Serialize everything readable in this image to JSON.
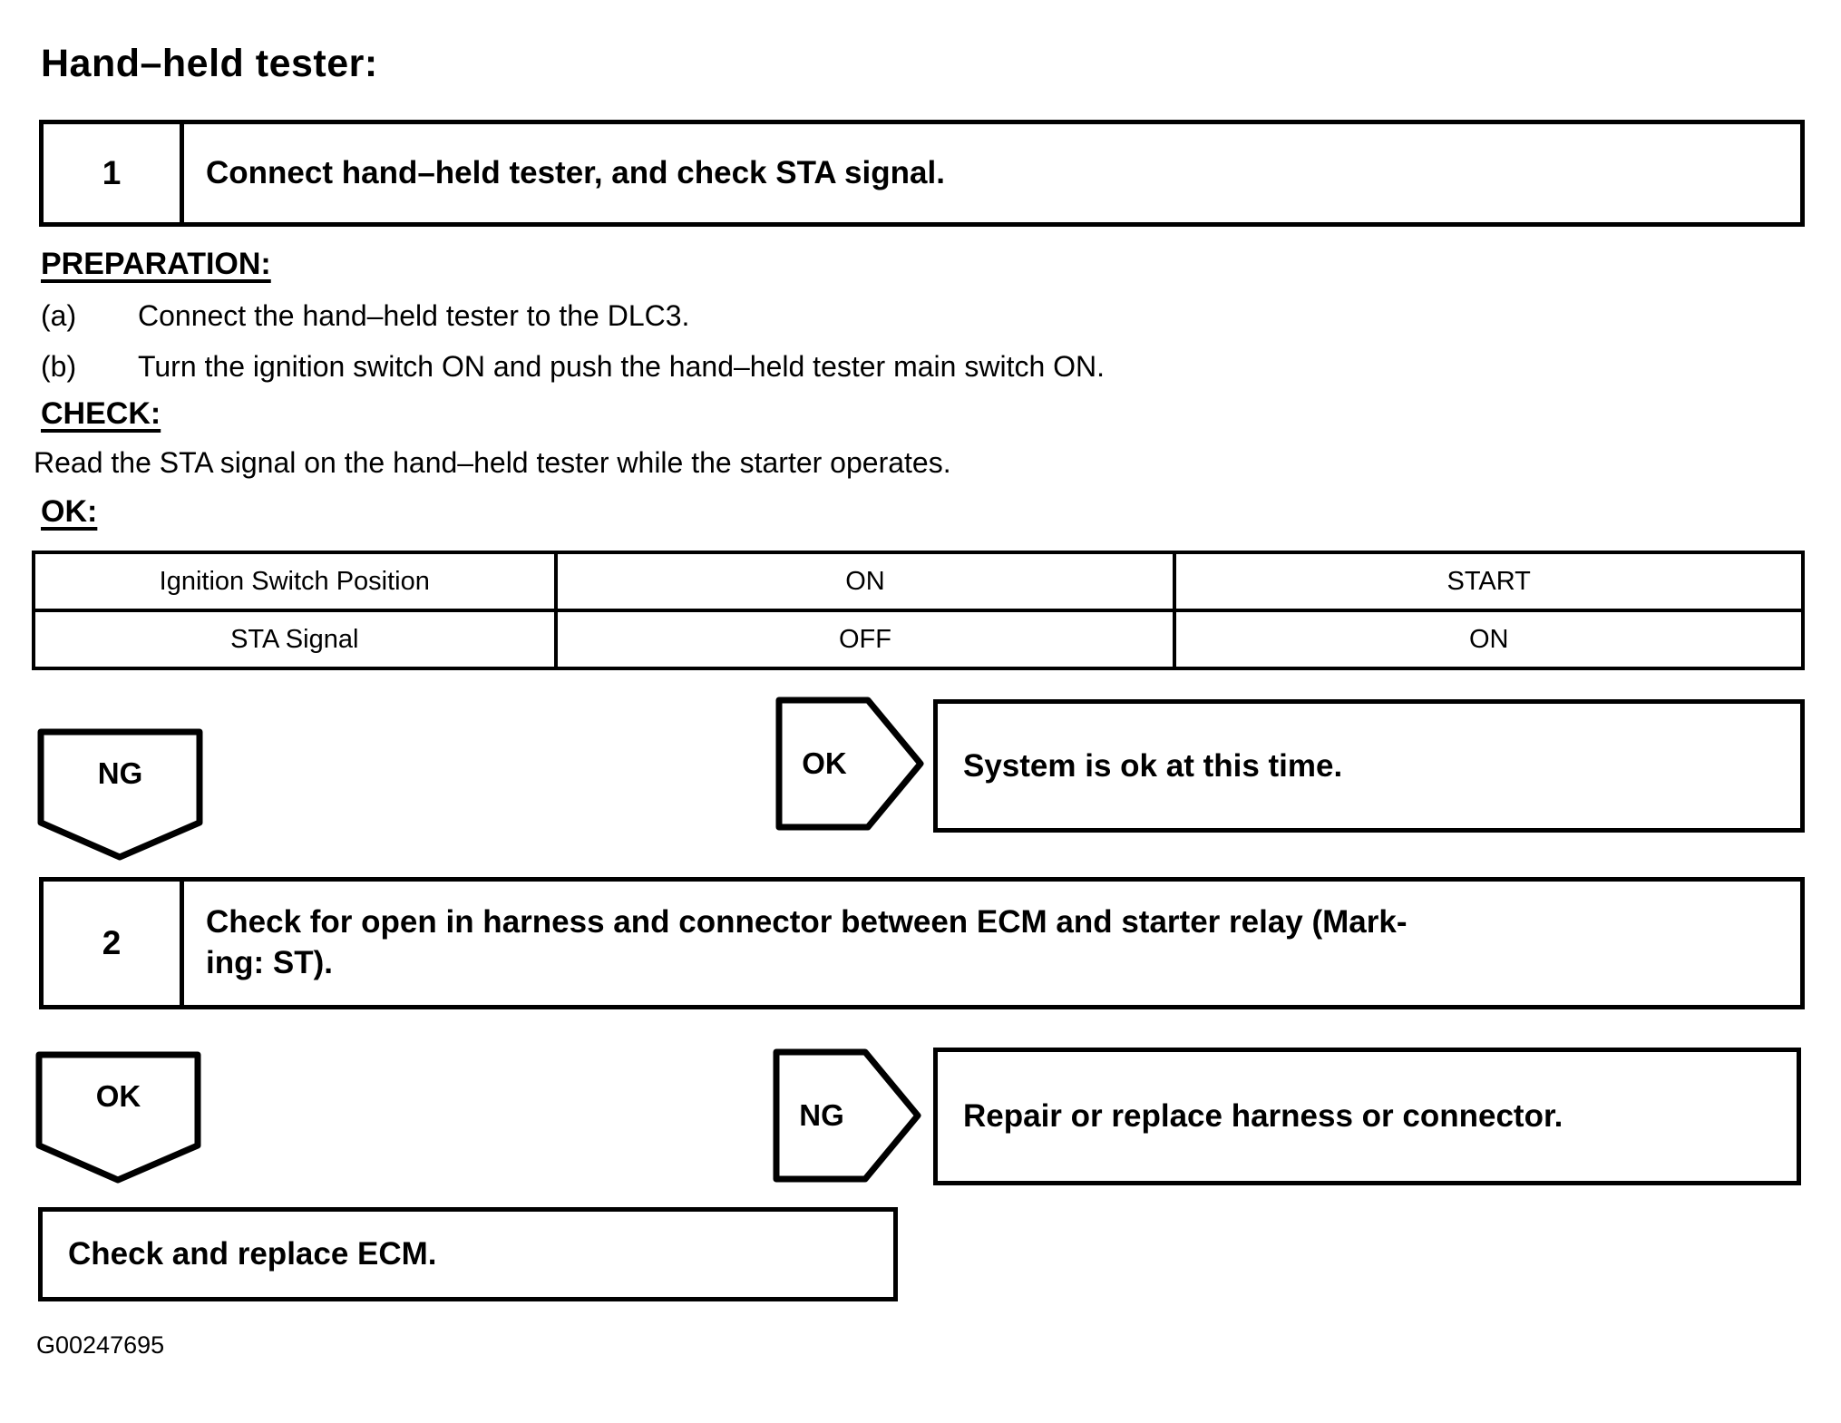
{
  "page": {
    "title": "Hand–held tester:",
    "figure_id": "G00247695"
  },
  "steps": [
    {
      "number": "1",
      "lines": [
        "Connect hand–held tester, and check STA signal."
      ]
    },
    {
      "number": "2",
      "lines": [
        "Check for open in harness and connector between ECM and starter relay (Mark-",
        "ing: ST)."
      ]
    }
  ],
  "sections": {
    "preparation": {
      "heading": "PREPARATION:",
      "items": [
        {
          "label": "(a)",
          "text": "Connect the hand–held tester to the DLC3."
        },
        {
          "label": "(b)",
          "text": "Turn the ignition switch ON and push the hand–held tester main switch ON."
        }
      ]
    },
    "check": {
      "heading": "CHECK:",
      "text": "Read the STA signal on the hand–held tester while the starter operates."
    },
    "ok": {
      "heading": "OK:"
    }
  },
  "result_table": {
    "rows": [
      [
        "Ignition Switch Position",
        "ON",
        "START"
      ],
      [
        "STA Signal",
        "OFF",
        "ON"
      ]
    ]
  },
  "flow": {
    "decision1": {
      "down_label": "NG",
      "side_label": "OK",
      "side_result": "System is ok at this time."
    },
    "decision2": {
      "down_label": "OK",
      "side_label": "NG",
      "side_result": "Repair or replace harness or connector."
    },
    "final_result": "Check and replace ECM."
  },
  "colors": {
    "ink": "#000000",
    "paper": "#ffffff"
  }
}
